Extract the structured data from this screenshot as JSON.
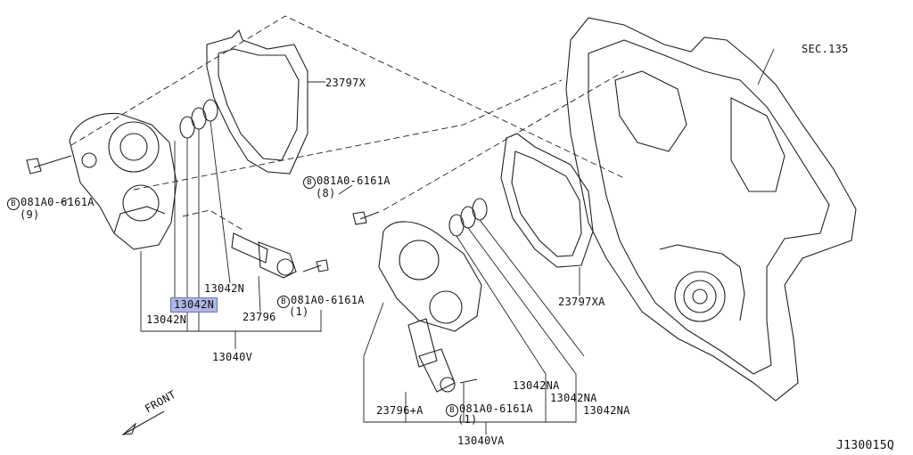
{
  "callouts": {
    "sec": "SEC.135",
    "gasket_upper": "23797X",
    "gasket_lower": "23797XA",
    "bolt_left_code": "081A0-6161A",
    "bolt_left_qty": "(9)",
    "bolt_mid_code": "081A0-6161A",
    "bolt_mid_qty": "(8)",
    "bolt_sol_code": "081A0-6161A",
    "bolt_sol_qty": "(1)",
    "bolt_bot_code": "081A0-6161A",
    "bolt_bot_qty": "(1)",
    "oring_a": "13042N",
    "oring_b_selected": "13042N",
    "oring_c": "13042N",
    "solenoid_left": "23796",
    "assy_left": "13040V",
    "solenoid_right": "23796+A",
    "oring_na_1": "13042NA",
    "oring_na_2": "13042NA",
    "oring_na_3": "13042NA",
    "assy_right": "13040VA",
    "bolt_marker": "B",
    "front_label": "FRONT",
    "diagram_id": "J130015Q"
  }
}
